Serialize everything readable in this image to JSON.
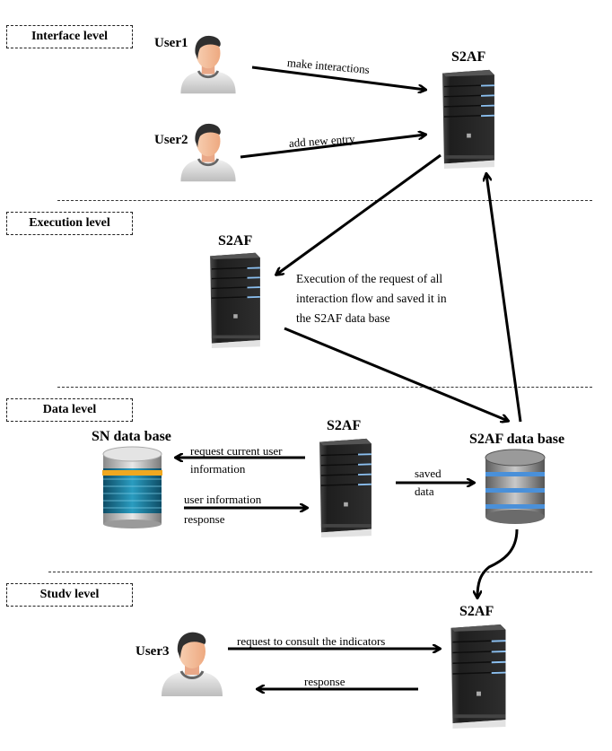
{
  "levels": {
    "interface": "Interface level",
    "execution": "Execution level",
    "data": "Data level",
    "study": "Studv level"
  },
  "interface_level": {
    "user1_label": "User1",
    "user2_label": "User2",
    "server_label": "S2AF",
    "arrow_user1": "make interactions",
    "arrow_user2": "add new entry"
  },
  "execution_level": {
    "server_label": "S2AF",
    "description_lines": [
      "Execution of the request of all",
      "interaction flow and saved it in",
      "the S2AF data base"
    ]
  },
  "data_level": {
    "sn_db_label": "SN data base",
    "server_label": "S2AF",
    "s2af_db_label": "S2AF data base",
    "arrow_request_lines": [
      "request current user",
      "information"
    ],
    "arrow_response_lines": [
      "user information",
      "response"
    ],
    "arrow_saved_lines": [
      "saved",
      "data"
    ]
  },
  "study_level": {
    "user3_label": "User3",
    "server_label": "S2AF",
    "arrow_request": "request to consult the indicators",
    "arrow_response": "response"
  },
  "colors": {
    "server_body": "#2b2b2b",
    "server_led": "#7fb2e8",
    "sn_db_band": "#1f7fa0",
    "sn_db_accent": "#f0a820",
    "s2af_db_band": "#4a90d9",
    "skin": "#f5c2a0",
    "hair": "#333333",
    "shirt": "#dcdcdc"
  }
}
